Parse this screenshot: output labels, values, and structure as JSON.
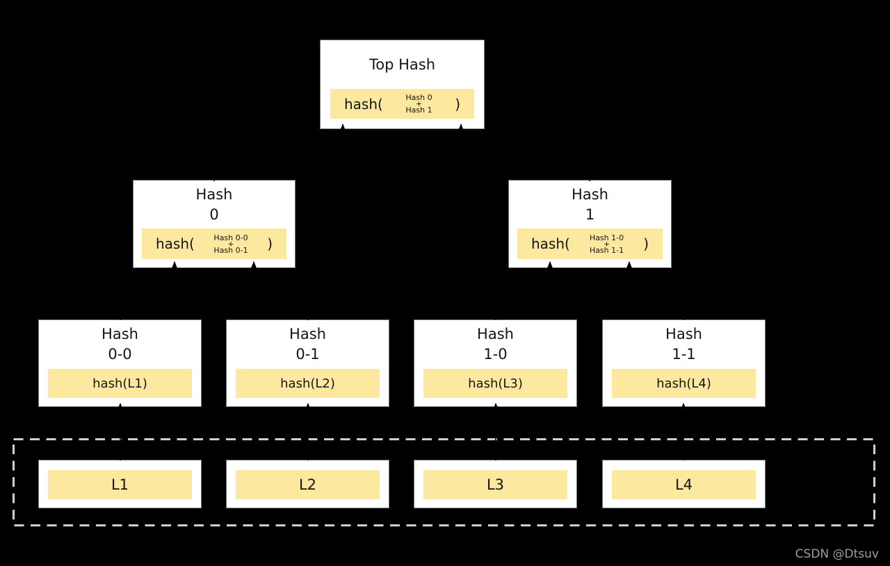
{
  "diagram": {
    "colors": {
      "background": "#000000",
      "node_fill": "#ffffff",
      "node_border": "#757575",
      "highlight_fill": "#fce89e",
      "dashed_border": "#cfcfcf",
      "edge_color": "#000000",
      "text_color": "#141414",
      "watermark_color": "#9e9e9e"
    },
    "watermark": "CSDN @Dtsuv",
    "nodes": {
      "root": {
        "title": "Top Hash",
        "prefix": "hash(",
        "top": "Hash 0",
        "op": "+",
        "bottom": "Hash 1",
        "suffix": ")"
      },
      "hash0": {
        "line1": "Hash",
        "line2": "0",
        "prefix": "hash(",
        "top": "Hash 0-0",
        "op": "+",
        "bottom": "Hash 0-1",
        "suffix": ")"
      },
      "hash1": {
        "line1": "Hash",
        "line2": "1",
        "prefix": "hash(",
        "top": "Hash 1-0",
        "op": "+",
        "bottom": "Hash 1-1",
        "suffix": ")"
      },
      "hash00": {
        "line1": "Hash",
        "line2": "0-0",
        "formula": "hash(L1)"
      },
      "hash01": {
        "line1": "Hash",
        "line2": "0-1",
        "formula": "hash(L2)"
      },
      "hash10": {
        "line1": "Hash",
        "line2": "1-0",
        "formula": "hash(L3)"
      },
      "hash11": {
        "line1": "Hash",
        "line2": "1-1",
        "formula": "hash(L4)"
      },
      "leaf1": {
        "label": "L1"
      },
      "leaf2": {
        "label": "L2"
      },
      "leaf3": {
        "label": "L3"
      },
      "leaf4": {
        "label": "L4"
      }
    }
  }
}
